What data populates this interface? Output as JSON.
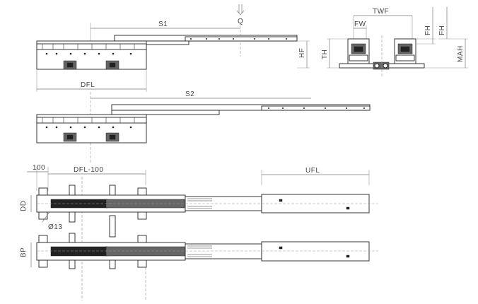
{
  "labels": {
    "s1": "S1",
    "q": "Q",
    "hf": "HF",
    "dfl": "DFL",
    "s2": "S2",
    "twf": "TWF",
    "fw": "FW",
    "fh1": "FH",
    "fh2": "FH",
    "th": "TH",
    "mah": "MAH",
    "hundred": "100",
    "dfl100": "DFL-100",
    "ufl": "UFL",
    "dd": "DD",
    "dia13": "Ø13",
    "bp": "BP"
  },
  "icons": {
    "load_arrow": "down-arrow-icon"
  },
  "colors": {
    "line": "#222222",
    "dimension": "#777777",
    "text": "#444444"
  }
}
